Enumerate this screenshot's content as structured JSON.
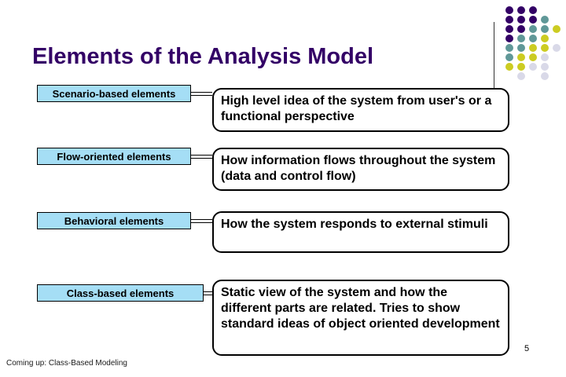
{
  "slide": {
    "title": "Elements of the Analysis Model",
    "footer": "Coming up: Class-Based Modeling",
    "page_number": "5"
  },
  "rows": [
    {
      "label": "Scenario-based elements",
      "description": "High level idea of the system from user's or a functional perspective"
    },
    {
      "label": "Flow-oriented elements",
      "description": "How information flows throughout the system (data and control flow)"
    },
    {
      "label": "Behavioral elements",
      "description": "How the system responds to external stimuli"
    },
    {
      "label": "Class-based elements",
      "description": "Static view of the system and how the different parts are related. Tries to show standard ideas of object oriented development"
    }
  ],
  "colors": {
    "title_text": "#330066",
    "label_box_fill": "#A5DEF5",
    "dot_purple": "#330066",
    "dot_teal": "#609898",
    "dot_yellow": "#CCCC22",
    "dot_lavender": "#D9D9E8"
  },
  "decoration": {
    "dot_rows": [
      [
        "P",
        "P",
        "P"
      ],
      [
        "P",
        "P",
        "P",
        "T"
      ],
      [
        "P",
        "P",
        "T",
        "T",
        "Y"
      ],
      [
        "P",
        "T",
        "T",
        "Y"
      ],
      [
        "T",
        "T",
        "Y",
        "Y",
        "L"
      ],
      [
        "T",
        "Y",
        "Y",
        "L"
      ],
      [
        "Y",
        "Y",
        "L",
        "L"
      ],
      [
        null,
        "L",
        null,
        "L"
      ]
    ]
  }
}
